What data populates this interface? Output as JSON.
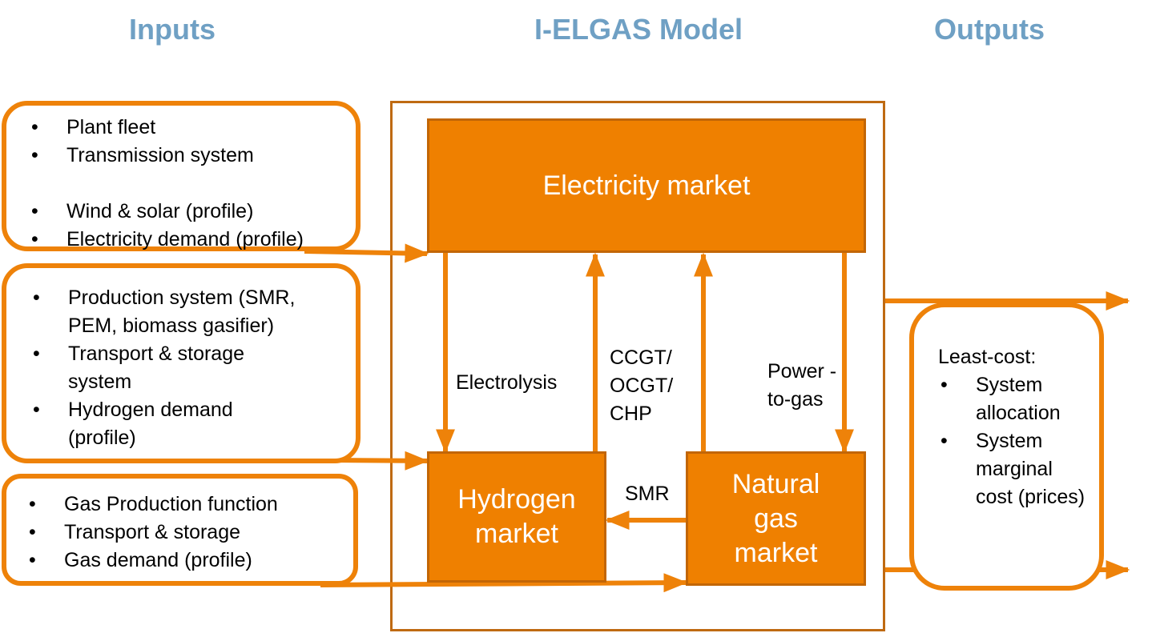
{
  "headings": {
    "inputs": "Inputs",
    "model": "I-ELGAS Model",
    "outputs": "Outputs"
  },
  "inputs": {
    "electricity": [
      "Plant fleet",
      "Transmission system",
      "Wind & solar (profile)",
      "Electricity demand (profile)"
    ],
    "hydrogen": [
      "Production system (SMR,",
      "PEM,  biomass gasifier)",
      "Transport & storage",
      "system",
      "Hydrogen demand",
      "(profile)"
    ],
    "gas": [
      "Gas Production function",
      "Transport & storage",
      "Gas demand (profile)"
    ]
  },
  "markets": {
    "electricity": "Electricity market",
    "hydrogen": "Hydrogen market",
    "gas": "Natural gas market"
  },
  "flows": {
    "electrolysis": "Electrolysis",
    "ccgt": "CCGT/ OCGT/ CHP",
    "power_to_gas": "Power -to-gas",
    "smr": "SMR"
  },
  "outputs": {
    "title": "Least-cost:",
    "items": [
      "System allocation",
      "System marginal cost (prices)"
    ]
  },
  "colors": {
    "accent": "#ef8000",
    "heading": "#6fa0c4",
    "frame": "#bf6a12"
  }
}
